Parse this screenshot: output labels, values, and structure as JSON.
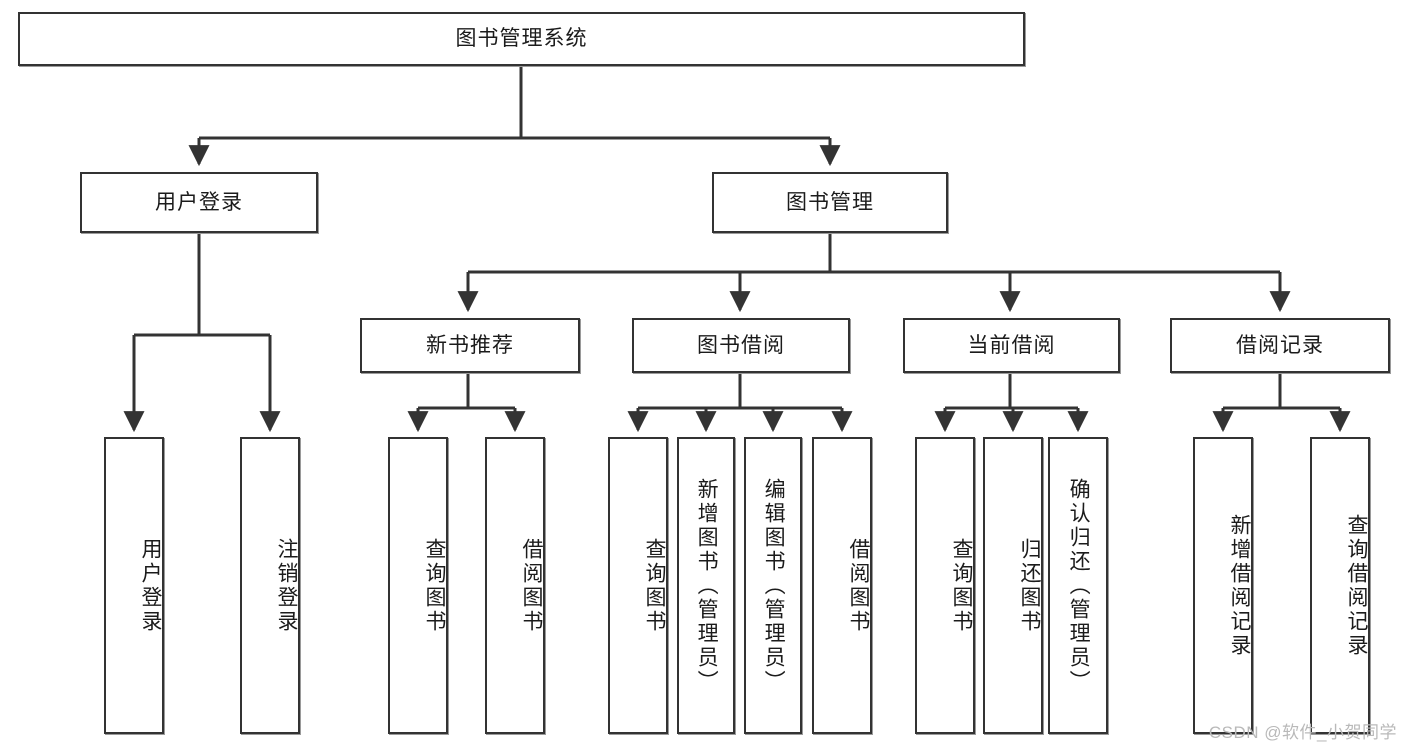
{
  "diagram": {
    "title": "图书管理系统",
    "watermark": "CSDN @软件_小贺同学",
    "colors": {
      "background": "#ffffff",
      "node_border": "#333333",
      "node_fill": "#ffffff",
      "edge": "#333333",
      "text": "#1b1b1b",
      "watermark": "#b9b9b9"
    },
    "nodes": {
      "root": {
        "label": "图书管理系统"
      },
      "level1": [
        {
          "id": "user-login",
          "label": "用户登录"
        },
        {
          "id": "book-manage",
          "label": "图书管理"
        }
      ],
      "level2": [
        {
          "id": "new-book-recommend",
          "label": "新书推荐"
        },
        {
          "id": "book-borrow",
          "label": "图书借阅"
        },
        {
          "id": "current-borrow",
          "label": "当前借阅"
        },
        {
          "id": "borrow-record",
          "label": "借阅记录"
        }
      ],
      "leaves": {
        "user_login": [
          {
            "id": "leaf-user-login",
            "label": "用户登录"
          },
          {
            "id": "leaf-logout-login",
            "label": "注销登录"
          }
        ],
        "new_book_recommend": [
          {
            "id": "leaf-query-book-1",
            "label": "查询图书"
          },
          {
            "id": "leaf-borrow-book-1",
            "label": "借阅图书"
          }
        ],
        "book_borrow": [
          {
            "id": "leaf-query-book-2",
            "label": "查询图书"
          },
          {
            "id": "leaf-add-book",
            "label": "新增图书（管理员）"
          },
          {
            "id": "leaf-edit-book",
            "label": "编辑图书（管理员）"
          },
          {
            "id": "leaf-borrow-book-2",
            "label": "借阅图书"
          }
        ],
        "current_borrow": [
          {
            "id": "leaf-query-book-3",
            "label": "查询图书"
          },
          {
            "id": "leaf-return-book",
            "label": "归还图书"
          },
          {
            "id": "leaf-confirm-return",
            "label": "确认归还（管理员）"
          }
        ],
        "borrow_record": [
          {
            "id": "leaf-add-record",
            "label": "新增借阅记录"
          },
          {
            "id": "leaf-query-record",
            "label": "查询借阅记录"
          }
        ]
      }
    }
  }
}
